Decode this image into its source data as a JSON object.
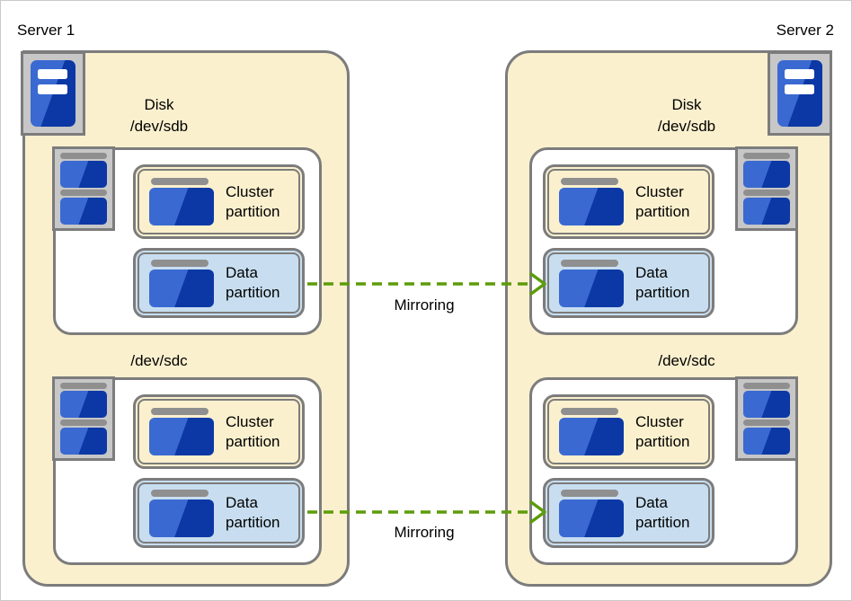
{
  "servers": [
    {
      "label": "Server 1",
      "disks": [
        {
          "title_lines": [
            "Disk",
            "/dev/sdb"
          ],
          "partitions": [
            {
              "label": "Cluster partition"
            },
            {
              "label": "Data partition"
            }
          ]
        },
        {
          "title_lines": [
            "/dev/sdc"
          ],
          "partitions": [
            {
              "label": "Cluster partition"
            },
            {
              "label": "Data partition"
            }
          ]
        }
      ]
    },
    {
      "label": "Server 2",
      "disks": [
        {
          "title_lines": [
            "Disk",
            "/dev/sdb"
          ],
          "partitions": [
            {
              "label": "Cluster partition"
            },
            {
              "label": "Data partition"
            }
          ]
        },
        {
          "title_lines": [
            "/dev/sdc"
          ],
          "partitions": [
            {
              "label": "Cluster partition"
            },
            {
              "label": "Data partition"
            }
          ]
        }
      ]
    }
  ],
  "arrows": [
    {
      "label": "Mirroring"
    },
    {
      "label": "Mirroring"
    }
  ],
  "icons": {
    "server": "server-tower-icon",
    "disk_stack": "disk-stack-icon",
    "disk": "disk-icon"
  },
  "colors": {
    "server_fill": "#FBF0CE",
    "partition_cluster_fill": "#FBF0CE",
    "partition_data_fill": "#C8DEF0",
    "border_gray": "#7C7C7C",
    "icon_frame_silver": "#C7C7C7",
    "disk_bar_gray": "#8F8F8F",
    "icon_blue_light": "#3A6AD1",
    "icon_blue_dark": "#0C38A6",
    "mirroring_arrow_green": "#5D9C0A",
    "canvas_border": "#C9C9C9"
  }
}
